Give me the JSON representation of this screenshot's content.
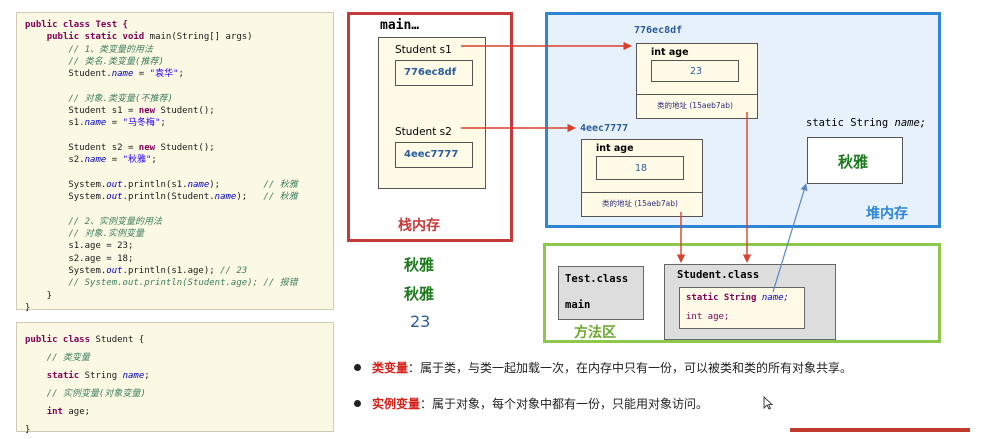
{
  "code_test": {
    "lines": [
      {
        "parts": [
          {
            "t": "public class Test {",
            "c": "kw"
          }
        ]
      },
      {
        "parts": [
          {
            "t": "    "
          },
          {
            "t": "public static void",
            "c": "kw"
          },
          {
            "t": " main(String[] args)"
          }
        ]
      },
      {
        "parts": [
          {
            "t": "        // 1、类变量的用法",
            "c": "cm"
          }
        ]
      },
      {
        "parts": [
          {
            "t": "        // 类名.类变量(推荐)",
            "c": "cm"
          }
        ]
      },
      {
        "parts": [
          {
            "t": "        Student."
          },
          {
            "t": "name",
            "c": "fld"
          },
          {
            "t": " = "
          },
          {
            "t": "\"袁华\"",
            "c": "st"
          },
          {
            "t": ";"
          }
        ]
      },
      {
        "parts": [
          {
            "t": ""
          }
        ]
      },
      {
        "parts": [
          {
            "t": "        // 对象.类变量(不推荐)",
            "c": "cm"
          }
        ]
      },
      {
        "parts": [
          {
            "t": "        Student s1 = "
          },
          {
            "t": "new",
            "c": "kw"
          },
          {
            "t": " Student();"
          }
        ]
      },
      {
        "parts": [
          {
            "t": "        s1."
          },
          {
            "t": "name",
            "c": "fld"
          },
          {
            "t": " = "
          },
          {
            "t": "\"马冬梅\"",
            "c": "st"
          },
          {
            "t": ";"
          }
        ]
      },
      {
        "parts": [
          {
            "t": ""
          }
        ]
      },
      {
        "parts": [
          {
            "t": "        Student s2 = "
          },
          {
            "t": "new",
            "c": "kw"
          },
          {
            "t": " Student();"
          }
        ]
      },
      {
        "parts": [
          {
            "t": "        s2."
          },
          {
            "t": "name",
            "c": "fld"
          },
          {
            "t": " = "
          },
          {
            "t": "\"秋雅\"",
            "c": "st"
          },
          {
            "t": ";"
          }
        ]
      },
      {
        "parts": [
          {
            "t": ""
          }
        ]
      },
      {
        "parts": [
          {
            "t": "        System."
          },
          {
            "t": "out",
            "c": "fld"
          },
          {
            "t": ".println(s1."
          },
          {
            "t": "name",
            "c": "fld"
          },
          {
            "t": ");        "
          },
          {
            "t": "// 秋雅",
            "c": "cm"
          }
        ]
      },
      {
        "parts": [
          {
            "t": "        System."
          },
          {
            "t": "out",
            "c": "fld"
          },
          {
            "t": ".println(Student."
          },
          {
            "t": "name",
            "c": "fld"
          },
          {
            "t": ");   "
          },
          {
            "t": "// 秋雅",
            "c": "cm"
          }
        ]
      },
      {
        "parts": [
          {
            "t": ""
          }
        ]
      },
      {
        "parts": [
          {
            "t": "        // 2、实例变量的用法",
            "c": "cm"
          }
        ]
      },
      {
        "parts": [
          {
            "t": "        // 对象.实例变量",
            "c": "cm"
          }
        ]
      },
      {
        "parts": [
          {
            "t": "        s1.age = 23;"
          }
        ]
      },
      {
        "parts": [
          {
            "t": "        s2.age = 18;"
          }
        ]
      },
      {
        "parts": [
          {
            "t": "        System."
          },
          {
            "t": "out",
            "c": "fld"
          },
          {
            "t": ".println(s1.age); "
          },
          {
            "t": "// 23",
            "c": "cm"
          }
        ]
      },
      {
        "parts": [
          {
            "t": "        // System.out.println(Student.age); // 报错",
            "c": "cm"
          }
        ]
      },
      {
        "parts": [
          {
            "t": "    }"
          }
        ]
      },
      {
        "parts": [
          {
            "t": "}"
          }
        ]
      }
    ]
  },
  "code_student": {
    "lines": [
      {
        "parts": [
          {
            "t": "public class",
            "c": "kw"
          },
          {
            "t": " Student {"
          }
        ]
      },
      {
        "parts": [
          {
            "t": "    // 类变量",
            "c": "cm"
          }
        ]
      },
      {
        "parts": [
          {
            "t": "    "
          },
          {
            "t": "static",
            "c": "kw"
          },
          {
            "t": " String "
          },
          {
            "t": "name",
            "c": "fld"
          },
          {
            "t": ";"
          }
        ]
      },
      {
        "parts": [
          {
            "t": "    // 实例变量(对象变量)",
            "c": "cm"
          }
        ]
      },
      {
        "parts": [
          {
            "t": "    "
          },
          {
            "t": "int",
            "c": "kw"
          },
          {
            "t": " age;"
          }
        ]
      },
      {
        "parts": [
          {
            "t": "}"
          }
        ]
      }
    ]
  },
  "stack": {
    "title": "main…",
    "label": "栈内存",
    "s1_label": "Student  s1",
    "s1_value": "776ec8df",
    "s2_label": "Student  s2",
    "s2_value": "4eec7777"
  },
  "heap": {
    "label": "堆内存",
    "obj1": {
      "addr": "776ec8df",
      "field": "int age",
      "value": "23",
      "class_ref": "类的地址 (15aeb7ab)"
    },
    "obj2": {
      "addr": "4eec7777",
      "field": "int age",
      "value": "18",
      "class_ref": "类的地址 (15aeb7ab)"
    },
    "static_label": "static String ",
    "static_name": "name;",
    "static_value": "秋雅"
  },
  "method_area": {
    "label": "方法区",
    "test_class": "Test.class",
    "test_main": "main",
    "student_class": "Student.class",
    "static_decl_prefix": "static String ",
    "static_decl_name": "name;",
    "int_decl": "int age;"
  },
  "outputs": [
    "秋雅",
    "秋雅",
    "23"
  ],
  "bullets": [
    {
      "term": "类变量",
      "text": "：属于类，与类一起加载一次，在内存中只有一份，可以被类和类的所有对象共享。"
    },
    {
      "term": "实例变量",
      "text": "：属于对象，每个对象中都有一份，只能用对象访问。"
    }
  ],
  "colors": {
    "stack": "#c53a3a",
    "heap": "#2f86d6",
    "method": "#8cc84b",
    "arrow_red": "#d9412c",
    "arrow_blue": "#5a86c4",
    "output_green": "#1d7a1d",
    "output_blue": "#2b5d9c",
    "term_red": "#d8201a"
  }
}
